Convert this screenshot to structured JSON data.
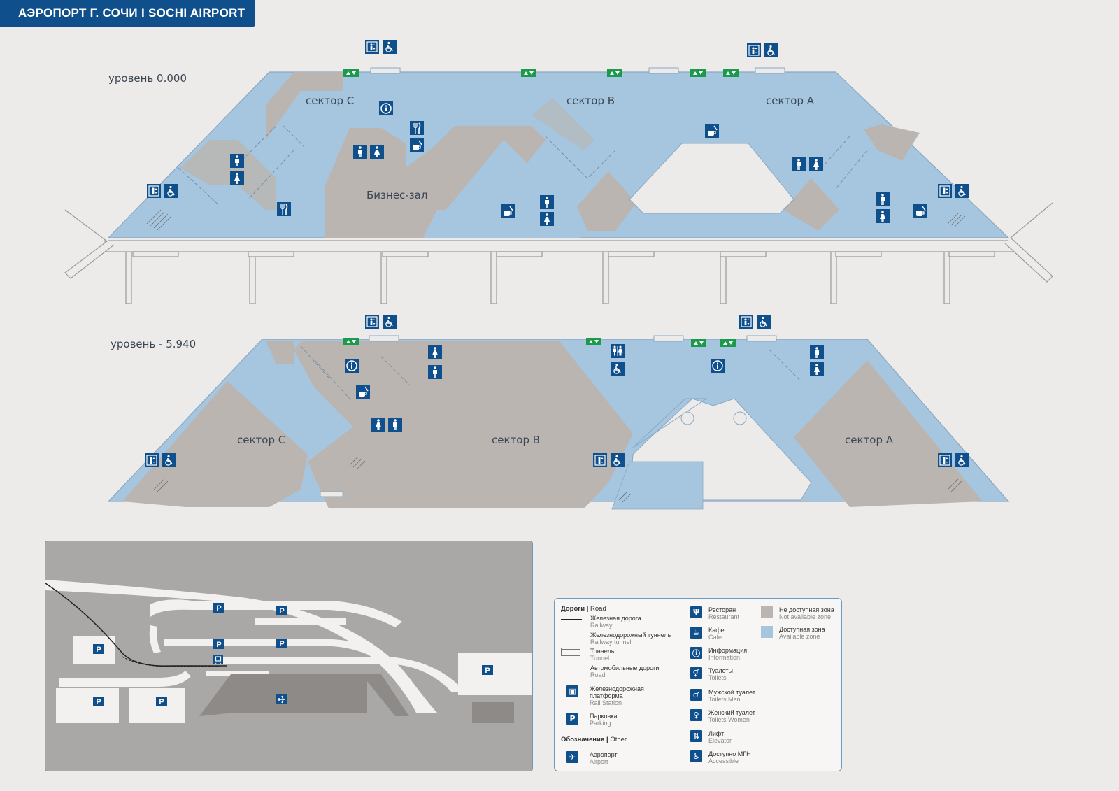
{
  "header": {
    "title": "АЭРОПОРТ  Г. СОЧИ I SOCHI AIRPORT"
  },
  "levels": {
    "upper": {
      "label": "уровень 0.000",
      "sectors": {
        "c": "сектор С",
        "b": "сектор В",
        "a": "сектор А"
      },
      "business_lounge": "Бизнес-зал"
    },
    "lower": {
      "label": "уровень - 5.940",
      "sectors": {
        "c": "сектор С",
        "b": "сектор В",
        "a": "сектор А"
      }
    }
  },
  "inset_map": {
    "parking_symbol": "P"
  },
  "legend": {
    "roads_heading": {
      "ru": "Дороги",
      "en": "Road"
    },
    "other_heading": {
      "ru": "Обозначения",
      "en": "Other"
    },
    "items": {
      "railway": {
        "ru": "Железная дорога",
        "en": "Railway"
      },
      "railway_tunnel": {
        "ru": "Железнодорожный туннель",
        "en": "Railway tunnel"
      },
      "tunnel": {
        "ru": "Тоннель",
        "en": "Tunnel"
      },
      "roads": {
        "ru": "Автомобильные дороги",
        "en": "Road"
      },
      "rail_station": {
        "ru": "Железнодорожная платформа",
        "en": "Rail Station"
      },
      "parking": {
        "ru": "Парковка",
        "en": "Parking"
      },
      "airport": {
        "ru": "Аэропорт",
        "en": "Airport"
      },
      "restaurant": {
        "ru": "Ресторан",
        "en": "Restaurant"
      },
      "cafe": {
        "ru": "Кафе",
        "en": "Cafe"
      },
      "information": {
        "ru": "Информация",
        "en": "Information"
      },
      "toilets": {
        "ru": "Туалеты",
        "en": "Toilets"
      },
      "toilets_men": {
        "ru": "Мужской туалет",
        "en": "Toilets Men"
      },
      "toilets_women": {
        "ru": "Женский туалет",
        "en": "Toilets Women"
      },
      "elevator": {
        "ru": "Лифт",
        "en": "Elevator"
      },
      "accessible": {
        "ru": "Доступно МГН",
        "en": "Accessible"
      },
      "not_available": {
        "ru": "Не доступная зона",
        "en": "Not available zone"
      },
      "available": {
        "ru": "Доступная зона",
        "en": "Available zone"
      }
    }
  },
  "colors": {
    "brand": "#0f4f8c",
    "available_zone": "#a6c5df",
    "unavailable_zone": "#bab5b1",
    "background": "#ecebea",
    "exit_sign": "#1a9a4a"
  }
}
